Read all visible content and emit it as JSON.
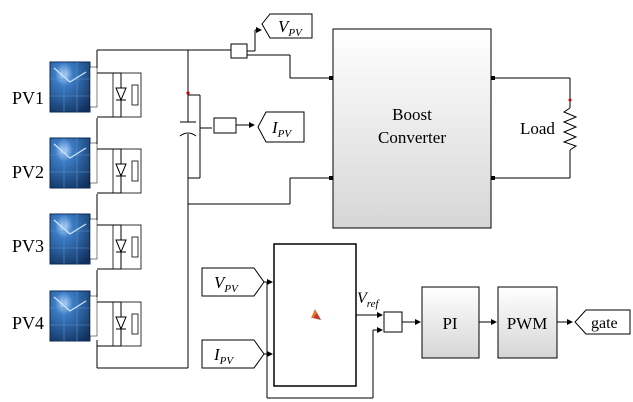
{
  "pv_modules": [
    {
      "label": "PV1"
    },
    {
      "label": "PV2"
    },
    {
      "label": "PV3"
    },
    {
      "label": "PV4"
    }
  ],
  "goto_tags": {
    "vpv": {
      "main": "V",
      "sub": "PV"
    },
    "ipv": {
      "main": "I",
      "sub": "PV"
    },
    "gate": "gate"
  },
  "from_tags": {
    "vpv": {
      "main": "V",
      "sub": "PV"
    },
    "ipv": {
      "main": "I",
      "sub": "PV"
    }
  },
  "blocks": {
    "boost_line1": "Boost",
    "boost_line2": "Converter",
    "load": "Load",
    "pi": "PI",
    "pwm": "PWM"
  },
  "signals": {
    "vref": {
      "main": "V",
      "sub": "ref"
    }
  },
  "colors": {
    "line": "#000000",
    "block_fill_top": "#ffffff",
    "block_fill_bottom": "#dcdcdc",
    "pv_panel": "#1d4e85",
    "pv_highlight": "#7fb3e8"
  }
}
